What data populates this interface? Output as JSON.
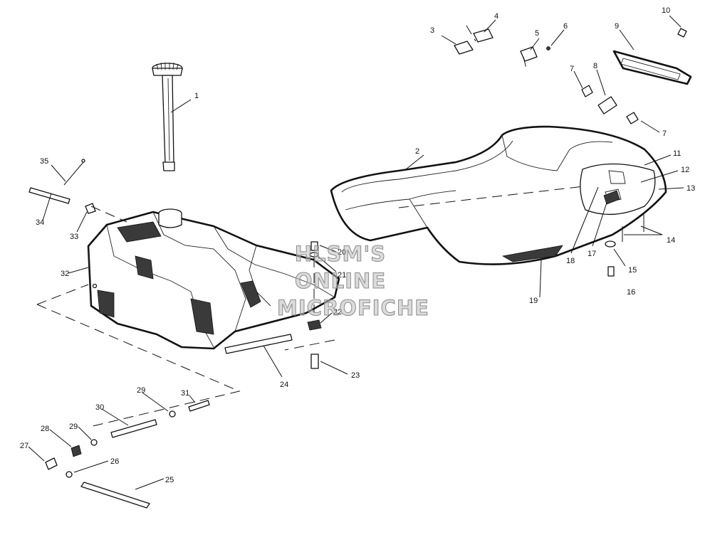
{
  "watermark": {
    "line1": "HLSM'S",
    "line2": "ONLINE",
    "line3": "MICROFICHE"
  },
  "callouts": [
    {
      "key": "c1",
      "text": "1"
    },
    {
      "key": "c2",
      "text": "2"
    },
    {
      "key": "c3",
      "text": "3"
    },
    {
      "key": "c4",
      "text": "4"
    },
    {
      "key": "c5",
      "text": "5"
    },
    {
      "key": "c6",
      "text": "6"
    },
    {
      "key": "c7a",
      "text": "7"
    },
    {
      "key": "c7b",
      "text": "7"
    },
    {
      "key": "c8",
      "text": "8"
    },
    {
      "key": "c9",
      "text": "9"
    },
    {
      "key": "c10",
      "text": "10"
    },
    {
      "key": "c11",
      "text": "11"
    },
    {
      "key": "c12",
      "text": "12"
    },
    {
      "key": "c13",
      "text": "13"
    },
    {
      "key": "c14",
      "text": "14"
    },
    {
      "key": "c15",
      "text": "15"
    },
    {
      "key": "c16",
      "text": "16"
    },
    {
      "key": "c17",
      "text": "17"
    },
    {
      "key": "c18",
      "text": "18"
    },
    {
      "key": "c19",
      "text": "19"
    },
    {
      "key": "c20",
      "text": "20"
    },
    {
      "key": "c21",
      "text": "21"
    },
    {
      "key": "c22",
      "text": "22"
    },
    {
      "key": "c23",
      "text": "23"
    },
    {
      "key": "c24",
      "text": "24"
    },
    {
      "key": "c25",
      "text": "25"
    },
    {
      "key": "c26",
      "text": "26"
    },
    {
      "key": "c27",
      "text": "27"
    },
    {
      "key": "c28",
      "text": "28"
    },
    {
      "key": "c29a",
      "text": "29"
    },
    {
      "key": "c29b",
      "text": "29"
    },
    {
      "key": "c30",
      "text": "30"
    },
    {
      "key": "c31",
      "text": "31"
    },
    {
      "key": "c32",
      "text": "32"
    },
    {
      "key": "c33",
      "text": "33"
    },
    {
      "key": "c34",
      "text": "34"
    },
    {
      "key": "c35",
      "text": "35"
    }
  ]
}
